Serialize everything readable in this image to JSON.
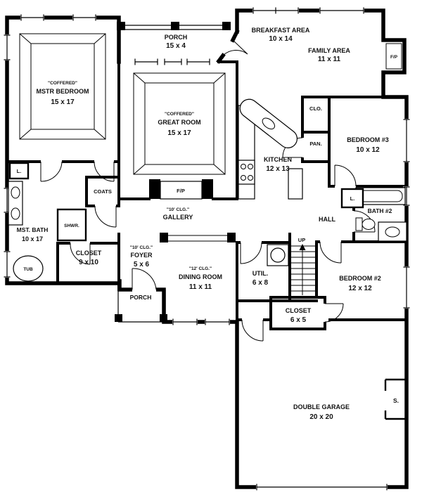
{
  "plan": {
    "colors": {
      "wall": "#000000",
      "background": "#ffffff"
    },
    "rooms": {
      "porch_top": {
        "name": "PORCH",
        "dims": "15 x 4"
      },
      "breakfast": {
        "name": "BREAKFAST AREA",
        "dims": "10 x 14"
      },
      "family": {
        "name": "FAMILY AREA",
        "dims": "11 x 11"
      },
      "family_fireplace": {
        "name": "F/P"
      },
      "master": {
        "ceiling": "\"COFFERED\"",
        "name": "MSTR BEDROOM",
        "dims": "15 x 17"
      },
      "great": {
        "ceiling": "\"COFFERED\"",
        "name": "GREAT ROOM",
        "dims": "15 x 17"
      },
      "great_fireplace": {
        "name": "F/P"
      },
      "clo": {
        "name": "CLO."
      },
      "pan": {
        "name": "PAN."
      },
      "kitchen": {
        "name": "KITCHEN",
        "dims": "12 x 13"
      },
      "bedroom3": {
        "name": "BEDROOM #3",
        "dims": "10 x 12"
      },
      "coats": {
        "name": "COATS"
      },
      "gallery": {
        "ceiling": "\"10' CLG.\"",
        "name": "GALLERY"
      },
      "hall": {
        "name": "HALL"
      },
      "linen_left": {
        "name": "L."
      },
      "linen_right": {
        "name": "L."
      },
      "bath2": {
        "name": "BATH #2"
      },
      "mst_bath": {
        "name": "MST. BATH",
        "dims": "10 x 17"
      },
      "shower": {
        "name": "SHWR."
      },
      "tub": {
        "name": "TUB"
      },
      "closet_master": {
        "name": "CLOSET",
        "dims": "9 x 10"
      },
      "foyer": {
        "ceiling": "\"10' CLG.\"",
        "name": "FOYER",
        "dims": "5 x 6"
      },
      "dining": {
        "ceiling": "\"12' CLG.\"",
        "name": "DINING ROOM",
        "dims": "11 x 11"
      },
      "util": {
        "name": "UTIL.",
        "dims": "6 x 8"
      },
      "stairs": {
        "name": "UP"
      },
      "bedroom2": {
        "name": "BEDROOM #2",
        "dims": "12 x 12"
      },
      "closet2": {
        "name": "CLOSET",
        "dims": "6 x 5"
      },
      "porch_front": {
        "name": "PORCH"
      },
      "garage": {
        "name": "DOUBLE GARAGE",
        "dims": "20 x 20"
      },
      "storage": {
        "name": "S."
      }
    }
  }
}
